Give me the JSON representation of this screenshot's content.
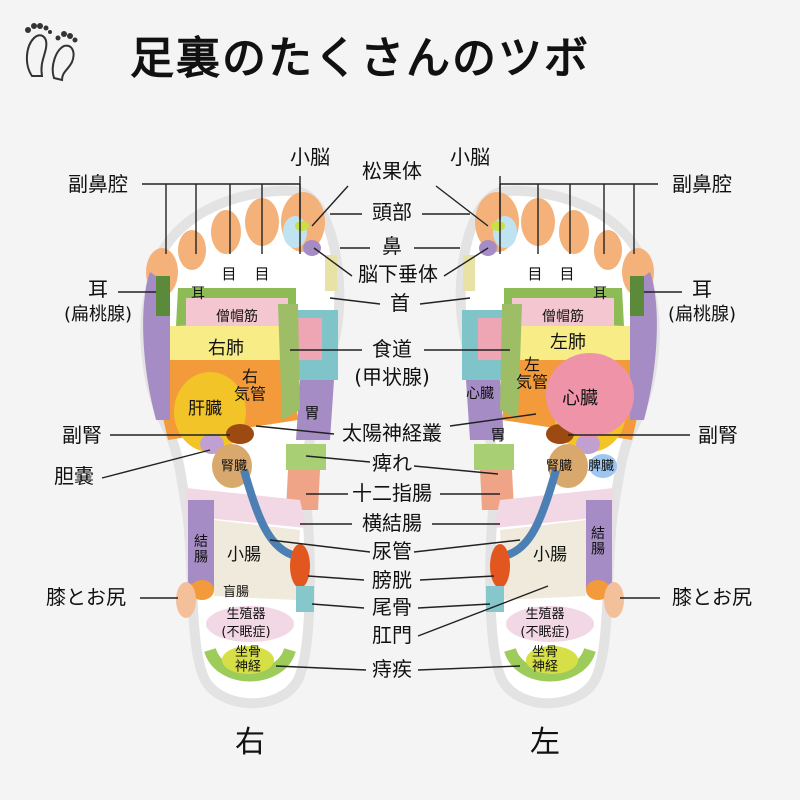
{
  "title": "足裏のたくさんのツボ",
  "feet": {
    "right": "右",
    "left": "左"
  },
  "outer_labels": {
    "shoubou": "小脳",
    "matsuka": "松果体",
    "fukubikou": "副鼻腔",
    "toubu": "頭部",
    "hana": "鼻",
    "noukasuitai": "脳下垂体",
    "mimi": "耳",
    "hentousen": "(扁桃腺)",
    "kubi": "首",
    "shokudou": "食道",
    "koujousen": "(甲状腺)",
    "fukujin": "副腎",
    "taiyou": "太陽神経叢",
    "tanno": "胆嚢",
    "shibire": "痺れ",
    "juunishichou": "十二指腸",
    "oukecchou": "横結腸",
    "nyoukan": "尿管",
    "boukou": "膀胱",
    "hiza": "膝とお尻",
    "bikotsu": "尾骨",
    "koumon": "肛門",
    "jishitsu": "痔疾"
  },
  "right_foot_labels": {
    "me": "目",
    "mimi": "耳",
    "soubou": "僧帽筋",
    "haikan": "右肺",
    "kikan": "右\n気管",
    "kanzou": "肝臓",
    "i": "胃",
    "jinzou": "腎臓",
    "kecchou": "結\n腸",
    "shouchou": "小腸",
    "mouchou": "盲腸",
    "seishokuki": "生殖器",
    "fuminshou": "(不眠症)",
    "zakotsu": "坐骨\n神経"
  },
  "left_foot_labels": {
    "me": "目",
    "mimi": "耳",
    "soubou": "僧帽筋",
    "haikan": "左肺",
    "kikan": "左\n気管",
    "shinzou": "心臓",
    "shinzou_small": "心臓",
    "i": "胃",
    "jinzou": "腎臓",
    "hizou": "脾臓",
    "kecchou": "結\n腸",
    "shouchou": "小腸",
    "seishokuki": "生殖器",
    "fuminshou": "(不眠症)",
    "zakotsu": "坐骨\n神経"
  },
  "colors": {
    "toe": "#f4b27a",
    "kidney": "#d9a86c",
    "orange": "#f39a3a",
    "yellow": "#f7ec86",
    "green": "#8dbc57",
    "purple": "#a58cc4",
    "pink": "#ee93a8",
    "teal": "#7fc4c8",
    "blue": "#4c7fb3",
    "red_orange": "#e2571f",
    "brown": "#9c4a12"
  }
}
